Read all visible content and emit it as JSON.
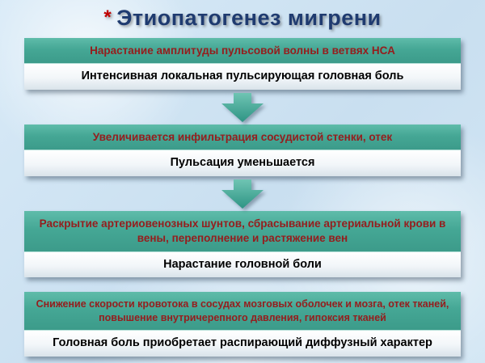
{
  "title": {
    "star": "*",
    "text": "Этиопатогенез мигрени"
  },
  "blocks": [
    {
      "header": "Нарастание амплитуды пульсовой волны в ветвях НСА",
      "body": "Интенсивная локальная пульсирующая головная боль"
    },
    {
      "header": "Увеличивается инфильтрация сосудистой стенки, отек",
      "body": "Пульсация уменьшается"
    },
    {
      "header": "Раскрытие артериовенозных шунтов, сбрасывание артериальной крови в вены, переполнение и растяжение вен",
      "body": "Нарастание головной боли"
    },
    {
      "header": "Снижение скорости кровотока  в  сосудах мозговых оболочек и мозга, отек тканей, повышение внутричерепного давления, гипоксия тканей",
      "body": "Головная боль приобретает распирающий диффузный характер"
    }
  ],
  "icons": {
    "down_arrow": "down-arrow"
  },
  "colors": {
    "background": "#cfe3f2",
    "header_bg": "#45a795",
    "header_text": "#951d1d",
    "body_text": "#000000",
    "title_text": "#1f3b70",
    "title_star": "#c00000",
    "arrow": "#3aa293"
  }
}
